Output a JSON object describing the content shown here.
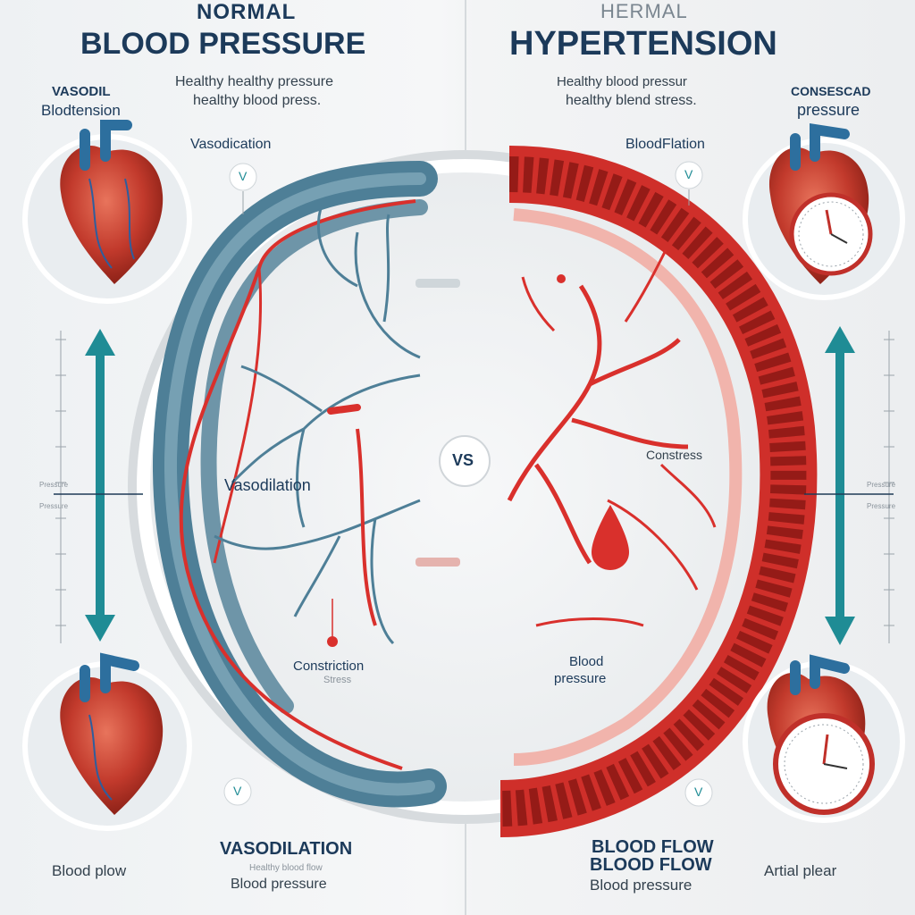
{
  "left": {
    "kicker": "NORMAL",
    "title": "BLOOD PRESSURE",
    "subtitle_1": "Healthy healthy pressure",
    "subtitle_2": "healthy blood press.",
    "side_label_1": "VASODIL",
    "side_label_2": "Blodtension",
    "inner_label_top": "Vasodication",
    "badge_top": "V",
    "center_label": "Vasodilation",
    "lower_label": "Constriction",
    "lower_label_sub": "Stress",
    "badge_bottom": "V",
    "bottom_title": "VASODILATION",
    "bottom_sub_1": "Healthy blood flow",
    "bottom_sub_2": "Blood pressure",
    "corner_label": "Blood plow",
    "scale_labels": [
      "Pressure",
      "Pressure"
    ]
  },
  "right": {
    "kicker": "HERMAL",
    "title": "HYPERTENSION",
    "subtitle_1": "Healthy blood pressur",
    "subtitle_2": "healthy blend stress.",
    "side_label_1": "CONSESCAD",
    "side_label_2": "pressure",
    "inner_label_top": "BloodFlation",
    "badge_top": "V",
    "center_label": "Constress",
    "lower_label_1": "Blood",
    "lower_label_2": "pressure",
    "badge_bottom": "V",
    "bottom_title_1": "BLOOD FLOW",
    "bottom_title_2": "BLOOD FLOW",
    "bottom_sub": "Blood pressure",
    "corner_label": "Artial plear",
    "scale_labels": [
      "Pressure",
      "Pressure"
    ]
  },
  "center_badge": "VS",
  "colors": {
    "normal_vessel": "#4e7f97",
    "artery_red": "#d9302c",
    "accent_teal": "#1f8c95",
    "title_navy": "#1c3a5a"
  },
  "icons": [
    "heart-icon",
    "pressure-gauge-icon",
    "up-down-arrow-icon",
    "blood-drop-icon"
  ]
}
